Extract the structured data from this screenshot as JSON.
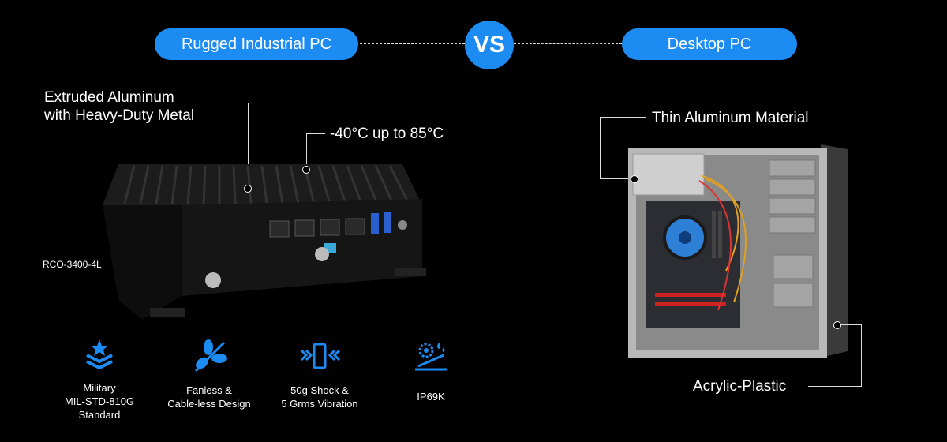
{
  "header": {
    "left_pill": "Rugged Industrial PC",
    "vs": "VS",
    "right_pill": "Desktop PC"
  },
  "rugged": {
    "material_label_line1": "Extruded Aluminum",
    "material_label_line2": "with Heavy-Duty Metal",
    "temp_label": "-40°C up to 85°C",
    "model": "RCO-3400-4L",
    "features": [
      {
        "icon": "military-badge-icon",
        "lines": [
          "Military",
          "MIL-STD-810G",
          "Standard"
        ]
      },
      {
        "icon": "fan-crossed-icon",
        "lines": [
          "Fanless &",
          "Cable-less Design"
        ]
      },
      {
        "icon": "shock-vibration-icon",
        "lines": [
          "50g Shock &",
          "5 Grms Vibration"
        ]
      },
      {
        "icon": "ip69k-icon",
        "lines": [
          "IP69K"
        ]
      }
    ]
  },
  "desktop": {
    "material_label": "Thin Aluminum Material",
    "panel_label": "Acrylic-Plastic"
  },
  "colors": {
    "accent": "#1d8cf2",
    "background": "#000000"
  }
}
